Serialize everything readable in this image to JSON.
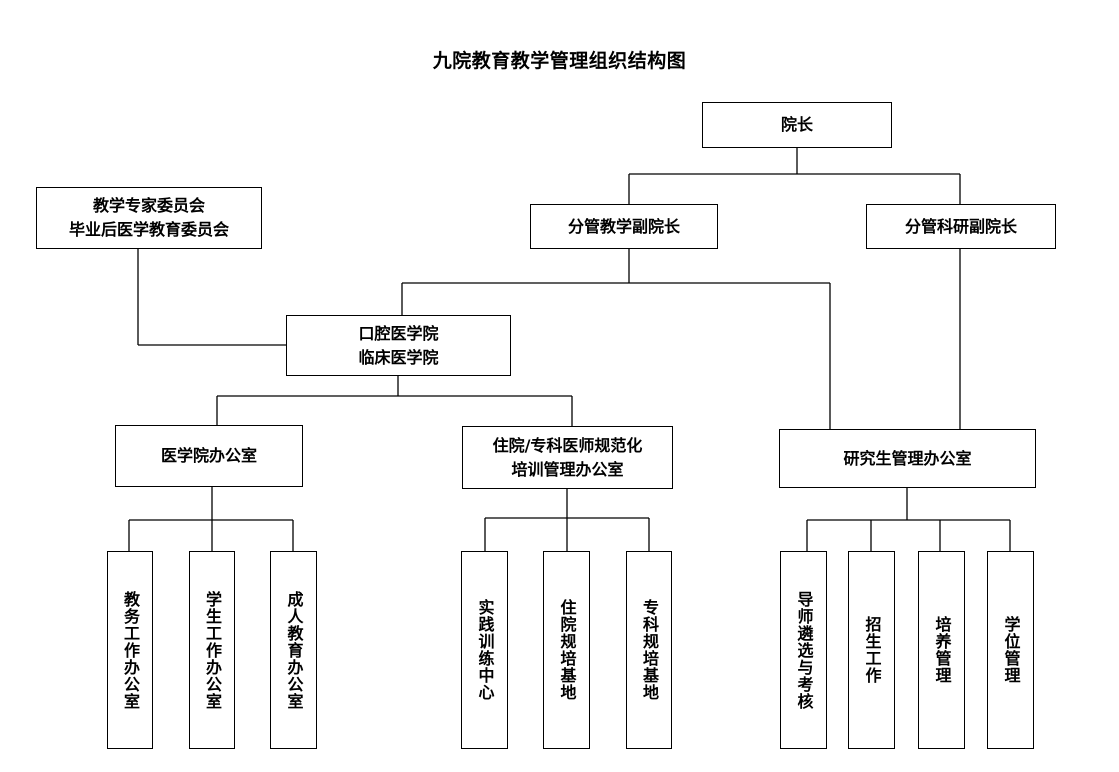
{
  "title": "九院教育教学管理组织结构图",
  "nodes": {
    "president": "院长",
    "vp_teaching": "分管教学副院长",
    "vp_research": "分管科研副院长",
    "committee": [
      "教学专家委员会",
      "毕业后医学教育委员会"
    ],
    "schools": [
      "口腔医学院",
      "临床医学院"
    ],
    "medical_office": "医学院办公室",
    "residency_office": [
      "住院/专科医师规范化",
      "培训管理办公室"
    ],
    "graduate_office": "研究生管理办公室",
    "medical_office_units": [
      "教务工作办公室",
      "学生工作办公室",
      "成人教育办公室"
    ],
    "residency_units": [
      "实践训练中心",
      "住院规培基地",
      "专科规培基地"
    ],
    "graduate_units": [
      "导师遴选与考核",
      "招生工作",
      "培养管理",
      "学位管理"
    ]
  }
}
